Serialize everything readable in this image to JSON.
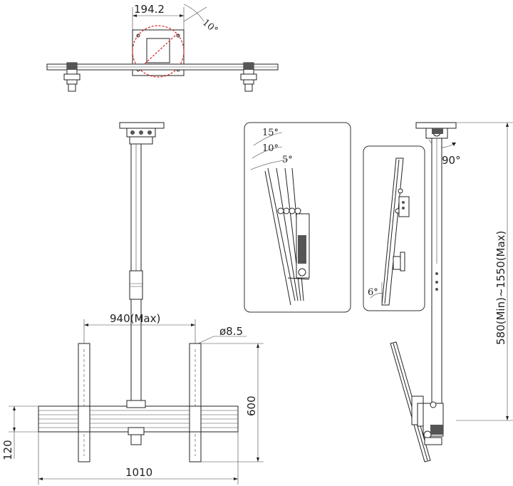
{
  "top_view": {
    "width_label": "194.2",
    "angle_label": "10°"
  },
  "front_view": {
    "max_width_label": "940(Max)",
    "hole_label": "ø8.5",
    "height_label": "600",
    "bar_height_label": "120",
    "total_width_label": "1010"
  },
  "tilt_detail": {
    "angle_15": "15°",
    "angle_10": "10°",
    "angle_5": "5°"
  },
  "side_detail": {
    "angle_label": "6°"
  },
  "side_view": {
    "rotation_label": "90°",
    "height_range_label": "580(Min)~1550(Max)"
  }
}
